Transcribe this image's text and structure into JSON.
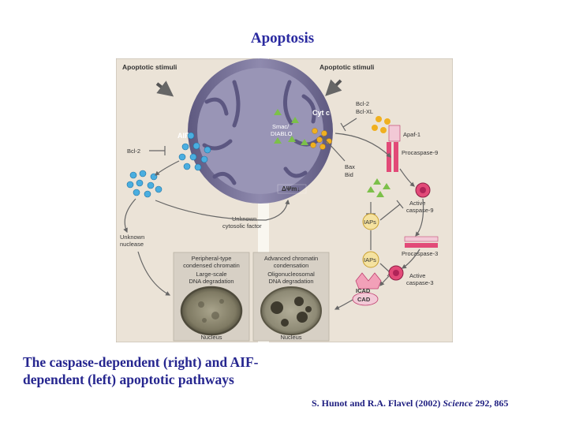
{
  "slide": {
    "title": "Apoptosis",
    "caption": "The caspase-dependent (right) and AIF-dependent (left) apoptotic pathways",
    "caption_line1": "The caspase-dependent (right) and AIF-",
    "caption_line2": "dependent (left) apoptotic pathways",
    "citation": {
      "authors": "S.  Hunot and R.A. Flavel  (2002)",
      "journal": "Science",
      "ref": " 292, 865"
    }
  },
  "figure": {
    "stimuli_left": "Apoptotic stimuli",
    "stimuli_right": "Apoptotic stimuli",
    "aif": "AIF",
    "bcl2_left": "Bcl-2",
    "cytc": "Cyt c",
    "smac": "Smac/",
    "diablo": "DIABLO",
    "delta_psi": "ΔΨm↓",
    "bcl2_right": "Bcl-2",
    "bclxl": "Bcl-XL",
    "apaf1": "Apaf-1",
    "procaspase9": "Procaspase-9",
    "bax": "Bax",
    "bid": "Bid",
    "active_casp9_1": "Active",
    "active_casp9_2": "caspase-9",
    "iaps1": "IAPs",
    "iaps2": "IAPs",
    "procaspase3": "Procaspase-3",
    "active_casp3_1": "Active",
    "active_casp3_2": "caspase-3",
    "icad": "ICAD",
    "cad": "CAD",
    "unknown_factor_1": "Unknown",
    "unknown_factor_2": "cytosolic factor",
    "unknown_nuclease_1": "Unknown",
    "unknown_nuclease_2": "nuclease",
    "left_panel_1": "Peripheral-type",
    "left_panel_2": "condensed chromatin",
    "left_panel_3": "Large-scale",
    "left_panel_4": "DNA degradation",
    "right_panel_1": "Advanced chromatin",
    "right_panel_2": "condensation",
    "right_panel_3": "Oligonucleosomal",
    "right_panel_4": "DNA degradation",
    "nucleus_left": "Nucleus",
    "nucleus_right": "Nucleus"
  },
  "colors": {
    "title": "#2a2aa0",
    "figure_bg": "#ebe3d7",
    "mito_outer": "#6f6a91",
    "mito_inner": "#a09cbc",
    "aif_dot": "#4aaee0",
    "cytc_dot": "#f0b020",
    "smac_triangle": "#7cc04a",
    "caspase": "#e24a78",
    "panel": "#d7d0c5"
  }
}
